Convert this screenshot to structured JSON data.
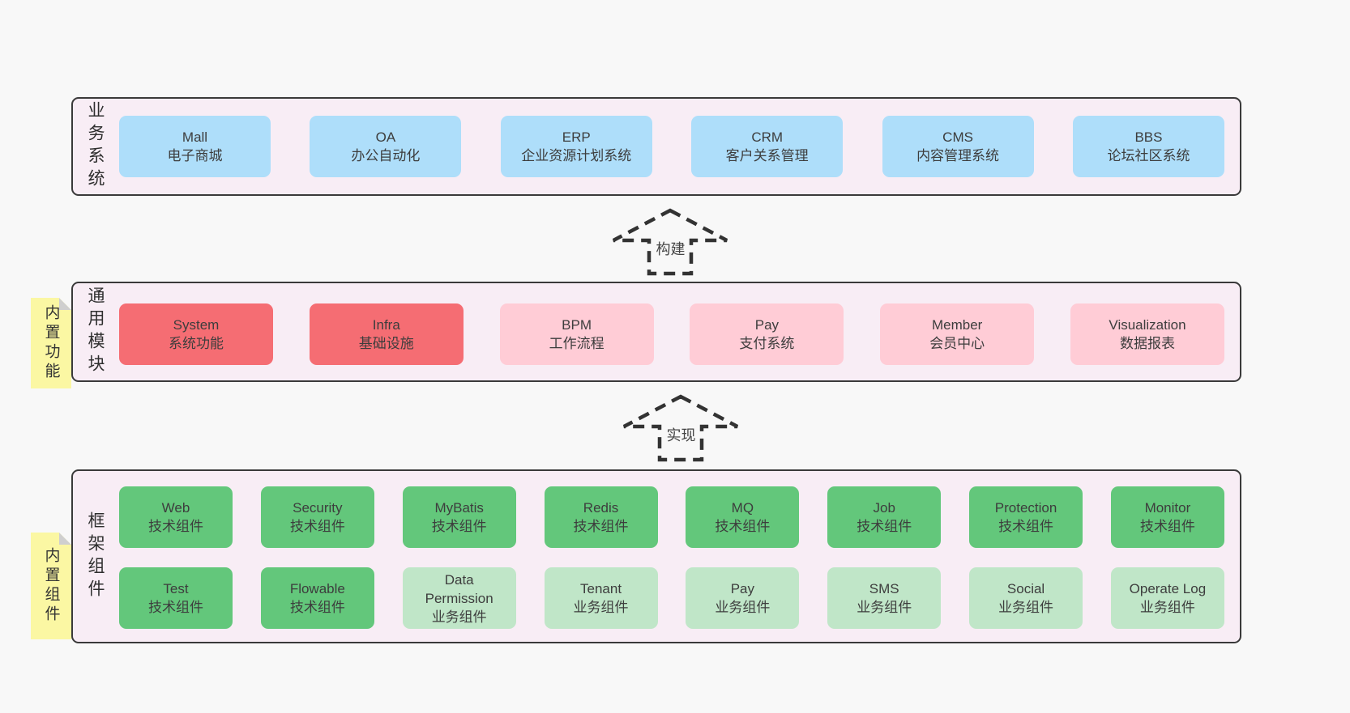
{
  "colors": {
    "page_bg": "#f8f8f8",
    "band_bg": "#f8edf5",
    "band_border": "#3a3a3a",
    "blue": "#aedefa",
    "red": "#f56d73",
    "pink": "#ffccd6",
    "green": "#63c77b",
    "light_green": "#c0e6c8",
    "sticky_yellow": "#fbf7a3",
    "text": "#3d3d3d"
  },
  "stickies": [
    {
      "label": "内置功能"
    },
    {
      "label": "内置组件"
    }
  ],
  "arrows": [
    {
      "label": "构建"
    },
    {
      "label": "实现"
    }
  ],
  "bands": [
    {
      "label": "业务系统",
      "boxes": [
        {
          "en": "Mall",
          "zh": "电子商城"
        },
        {
          "en": "OA",
          "zh": "办公自动化"
        },
        {
          "en": "ERP",
          "zh": "企业资源计划系统"
        },
        {
          "en": "CRM",
          "zh": "客户关系管理"
        },
        {
          "en": "CMS",
          "zh": "内容管理系统"
        },
        {
          "en": "BBS",
          "zh": "论坛社区系统"
        }
      ]
    },
    {
      "label": "通用模块",
      "boxes": [
        {
          "en": "System",
          "zh": "系统功能"
        },
        {
          "en": "Infra",
          "zh": "基础设施"
        },
        {
          "en": "BPM",
          "zh": "工作流程"
        },
        {
          "en": "Pay",
          "zh": "支付系统"
        },
        {
          "en": "Member",
          "zh": "会员中心"
        },
        {
          "en": "Visualization",
          "zh": "数据报表"
        }
      ]
    },
    {
      "label": "框架组件",
      "rows": [
        [
          {
            "en": "Web",
            "zh": "技术组件"
          },
          {
            "en": "Security",
            "zh": "技术组件"
          },
          {
            "en": "MyBatis",
            "zh": "技术组件"
          },
          {
            "en": "Redis",
            "zh": "技术组件"
          },
          {
            "en": "MQ",
            "zh": "技术组件"
          },
          {
            "en": "Job",
            "zh": "技术组件"
          },
          {
            "en": "Protection",
            "zh": "技术组件"
          },
          {
            "en": "Monitor",
            "zh": "技术组件"
          }
        ],
        [
          {
            "en": "Test",
            "zh": "技术组件"
          },
          {
            "en": "Flowable",
            "zh": "技术组件"
          },
          {
            "en": "Data Permission",
            "zh": "业务组件"
          },
          {
            "en": "Tenant",
            "zh": "业务组件"
          },
          {
            "en": "Pay",
            "zh": "业务组件"
          },
          {
            "en": "SMS",
            "zh": "业务组件"
          },
          {
            "en": "Social",
            "zh": "业务组件"
          },
          {
            "en": "Operate Log",
            "zh": "业务组件"
          }
        ]
      ]
    }
  ]
}
